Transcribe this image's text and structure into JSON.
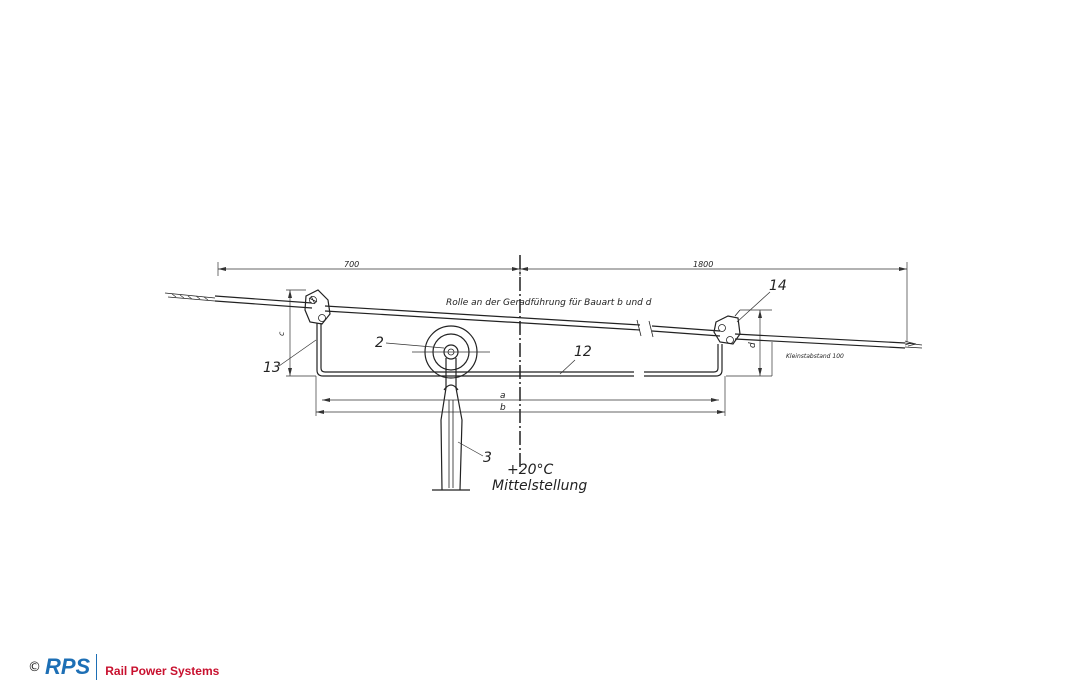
{
  "drawing": {
    "dimensions": {
      "left_span": "700",
      "right_span": "1800",
      "a": "a",
      "b": "b",
      "c": "c",
      "d": "d"
    },
    "labels": {
      "note_roller": "Rolle an der Geradführung für Bauart b und d",
      "kleinstabstand": "Kleinstabstand 100",
      "temperature": "+20°C",
      "mid_position": "Mittelstellung"
    },
    "part_numbers": {
      "p2": "2",
      "p3": "3",
      "p12": "12",
      "p13": "13",
      "p14": "14"
    }
  },
  "footer": {
    "copyright_symbol": "©",
    "logo_text": "RPS",
    "company_name": "Rail Power Systems",
    "brand_blue": "#1d6fb5",
    "brand_red": "#c8102e"
  }
}
